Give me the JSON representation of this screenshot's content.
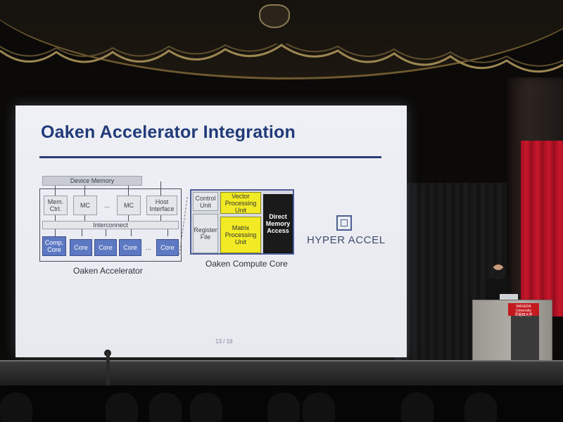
{
  "slide": {
    "title": "Oaken Accelerator Integration",
    "page_number": "13 / 19"
  },
  "accelerator": {
    "device_memory": "Device Memory",
    "mem_ctrl": "Mem.\nCtrl.",
    "mc1": "MC",
    "ellipsis_top": "...",
    "mc2": "MC",
    "host_interface": "Host\nInterface",
    "interconnect": "Interconnect",
    "comp_core": "Comp.\nCore",
    "core1": "Core",
    "core2": "Core",
    "core3": "Core",
    "ellipsis_bottom": "...",
    "core4": "Core",
    "caption": "Oaken Accelerator"
  },
  "compute_core": {
    "control_unit": "Control\nUnit",
    "vector_unit": "Vector\nProcessing\nUnit",
    "dma": "Direct\nMemory\nAccess",
    "register_file": "Register\nFile",
    "matrix_unit": "Matrix\nProcessing\nUnit",
    "caption": "Oaken Compute Core"
  },
  "logo": {
    "text": "HYPER ACCEL"
  },
  "podium": {
    "sign_line1": "WASEDA University",
    "sign_line2": "早稲田大学"
  },
  "colors": {
    "title": "#203a7a",
    "core_blue": "#5e79c4",
    "unit_yellow": "#f2ea25",
    "dma_black": "#1a1a1a",
    "curtain_red": "#c8182c"
  }
}
